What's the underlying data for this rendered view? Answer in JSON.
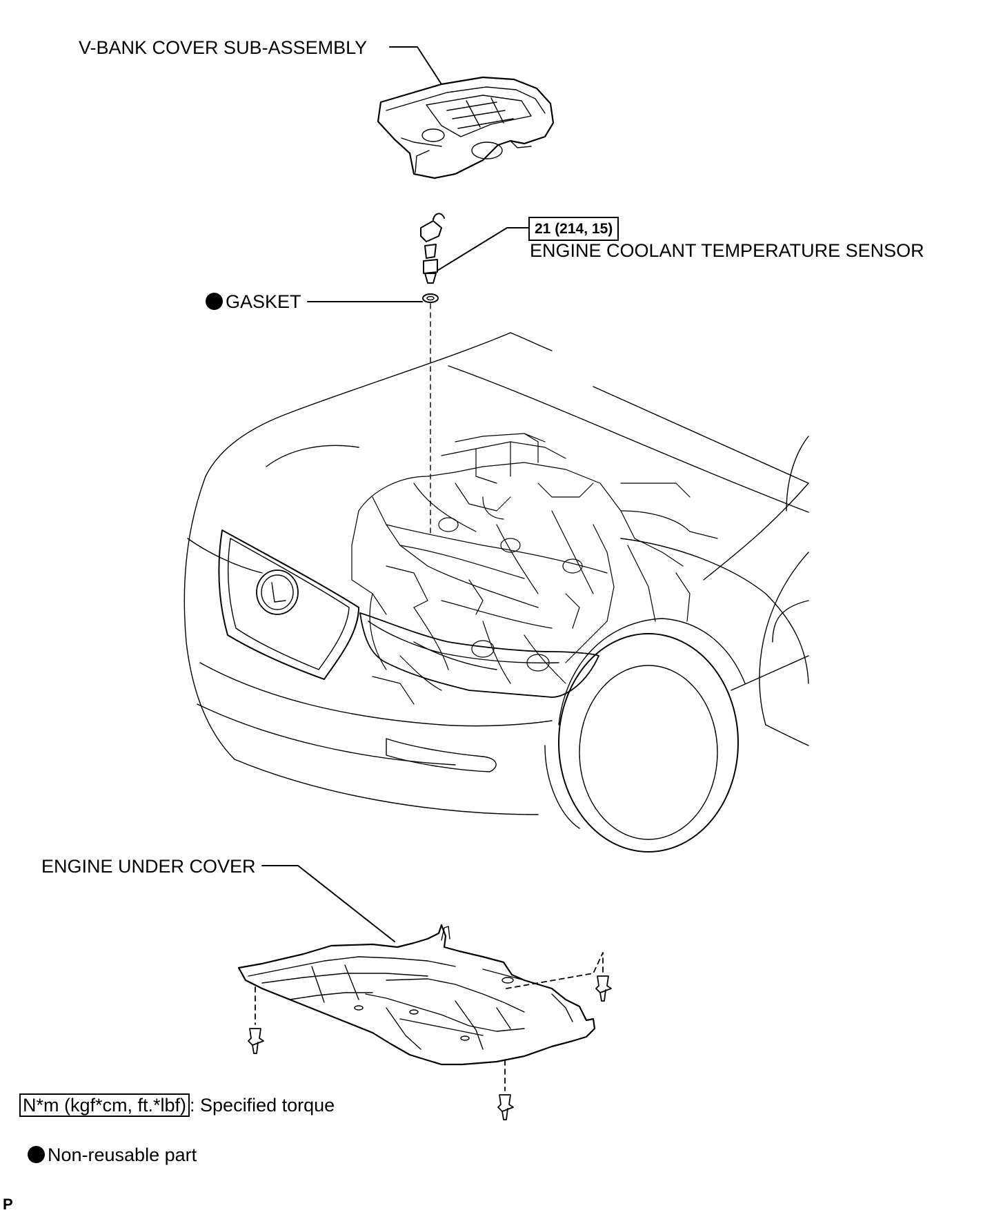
{
  "callouts": {
    "vbank_cover": "V-BANK COVER SUB-ASSEMBLY",
    "torque_value": "21 (214, 15)",
    "coolant_sensor": "ENGINE COOLANT TEMPERATURE SENSOR",
    "gasket": "GASKET",
    "under_cover": "ENGINE UNDER COVER"
  },
  "legend": {
    "torque_unit": "N*m (kgf*cm, ft.*lbf)",
    "torque_text": ": Specified torque",
    "nonreusable_text": "Non-reusable part"
  },
  "corner_mark": "P",
  "colors": {
    "ink": "#000000",
    "paper": "#ffffff"
  }
}
